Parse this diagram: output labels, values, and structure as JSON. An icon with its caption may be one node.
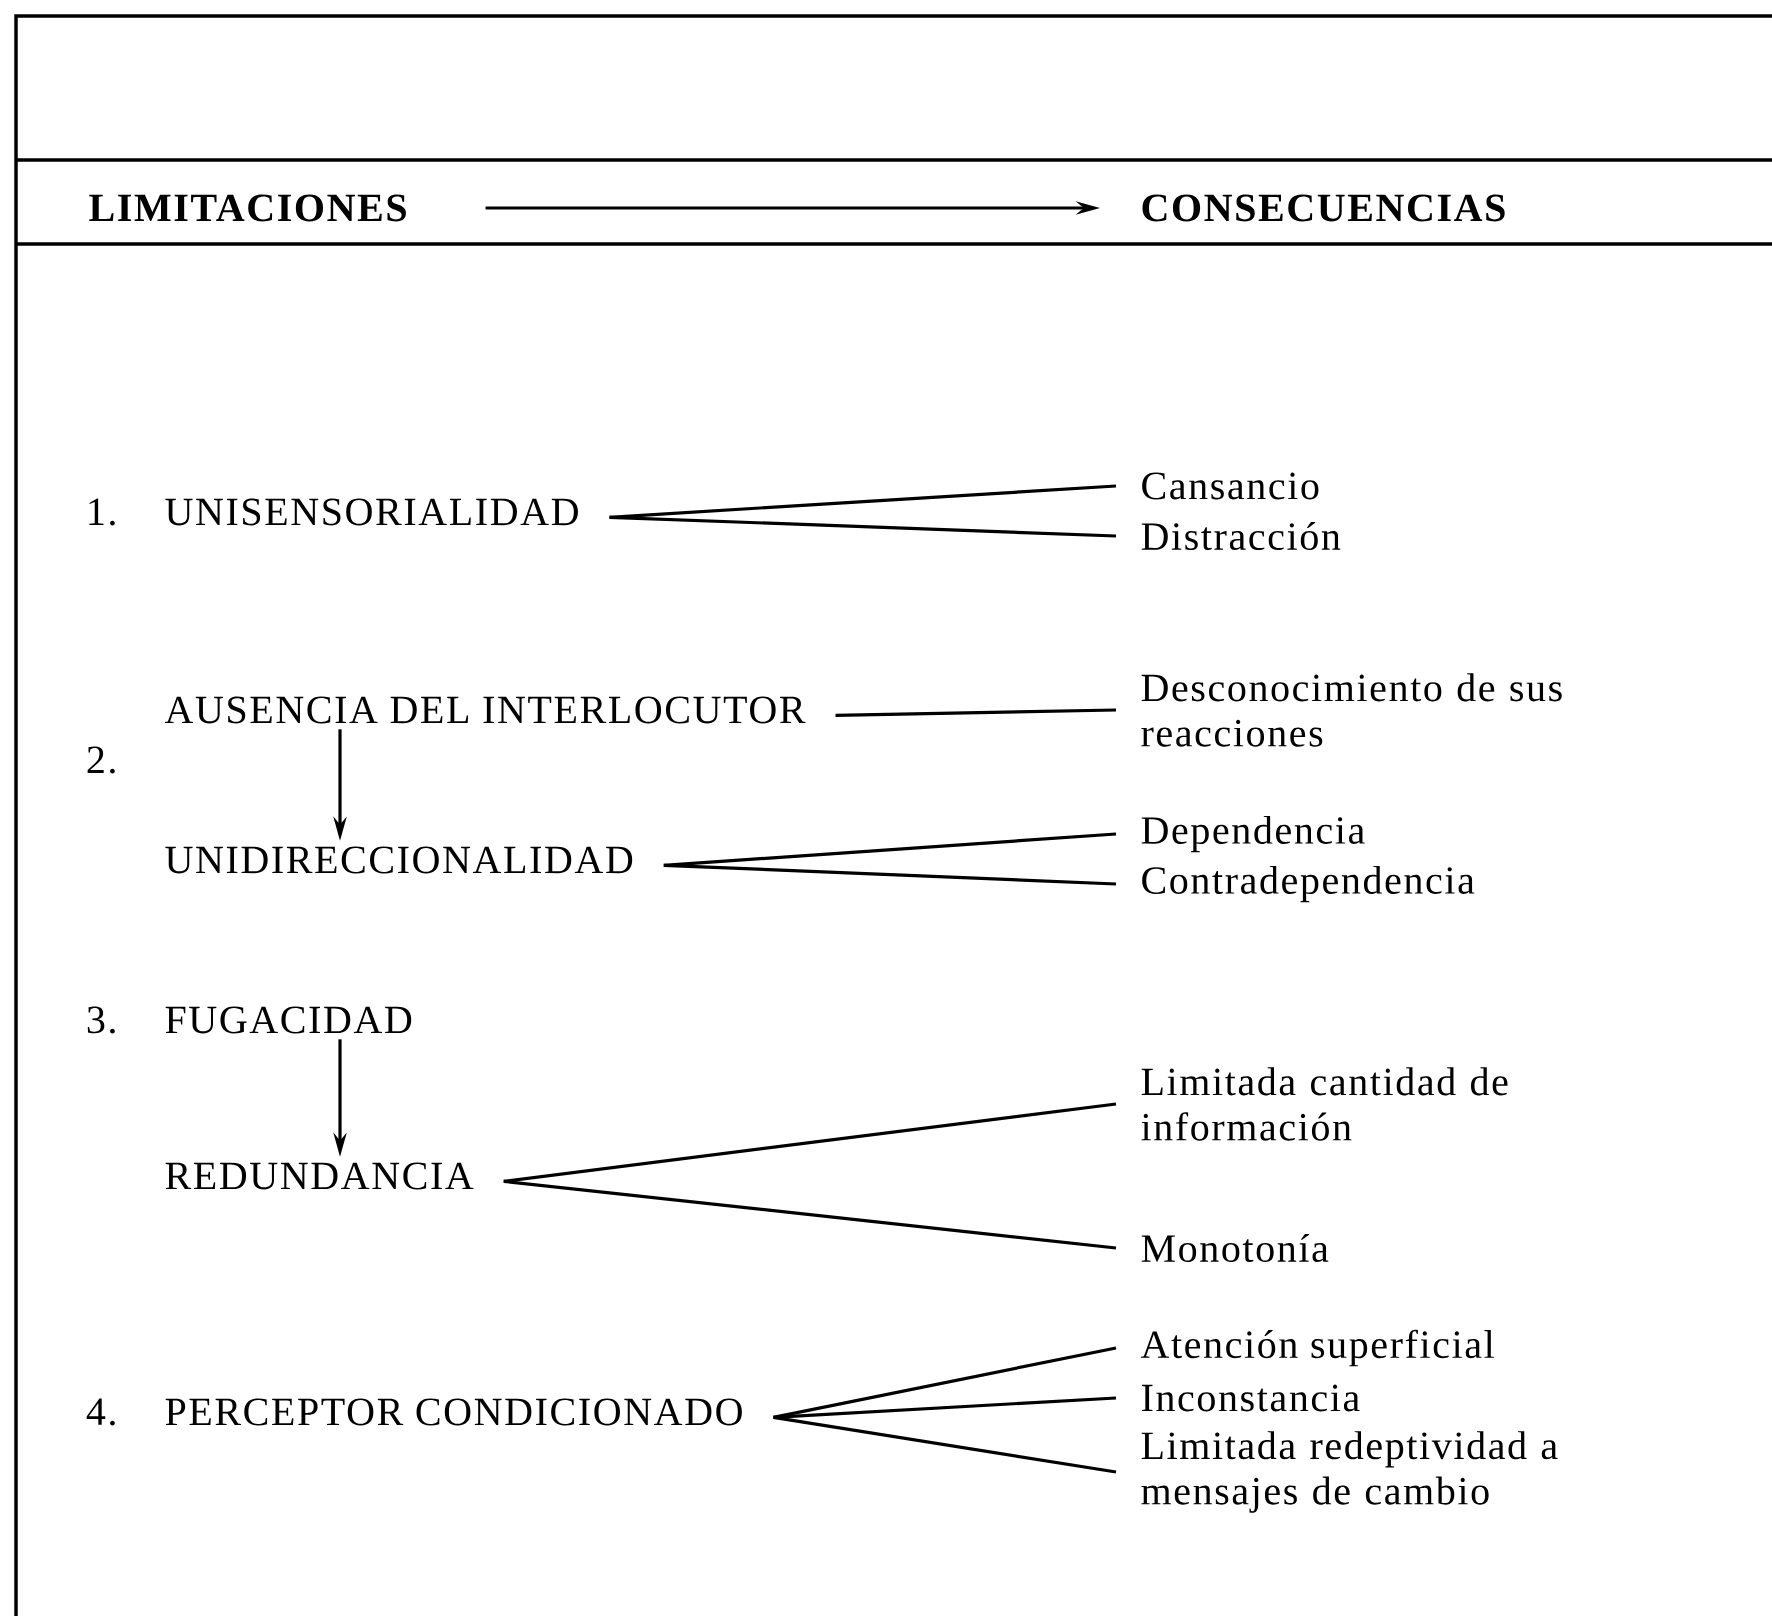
{
  "diagram": {
    "nodes": [
      {
        "text": [
          "LIMITACIONES"
        ]
      },
      {
        "text": [
          "CONSECUENCIAS"
        ]
      },
      {
        "text": [
          "UNISENSORIALIDAD"
        ]
      },
      {
        "text": [
          "Cansancio"
        ]
      },
      {
        "text": [
          "Distracción"
        ]
      },
      {
        "text": [
          "AUSENCIA DEL INTERLOCUTOR"
        ]
      },
      {
        "text": [
          "Desconocimiento de sus reacciones"
        ]
      },
      {
        "text": [
          "UNIDIRECCIONALIDAD"
        ]
      },
      {
        "text": [
          "Dependencia"
        ]
      },
      {
        "text": [
          "Contradependencia"
        ]
      },
      {
        "text": [
          "FUGACIDAD"
        ]
      },
      {
        "text": [
          "REDUNDANCIA"
        ]
      },
      {
        "text": [
          "Limitada cantidad de información"
        ]
      },
      {
        "text": [
          "Monotonía"
        ]
      },
      {
        "text": [
          "PERCEPTOR CONDICIONADO"
        ]
      },
      {
        "text": [
          "Atención superficial"
        ]
      },
      {
        "text": [
          "Inconstancia"
        ]
      },
      {
        "text": [
          "Limitada redeptividad a mensajes de cambio"
        ]
      }
    ],
    "edges": [
      {
        "from": 0,
        "to": 1,
        "arrow": "to"
      },
      {
        "from": 2,
        "to": 3,
        "arrow": "none"
      },
      {
        "from": 2,
        "to": 4,
        "arrow": "none"
      },
      {
        "from": 5,
        "to": 6,
        "arrow": "none"
      },
      {
        "from": 5,
        "to": 7,
        "arrow": "to"
      },
      {
        "from": 7,
        "to": 8,
        "arrow": "none"
      },
      {
        "from": 7,
        "to": 9,
        "arrow": "none"
      },
      {
        "from": 10,
        "to": 11,
        "arrow": "to"
      },
      {
        "from": 11,
        "to": 12,
        "arrow": "none"
      },
      {
        "from": 11,
        "to": 13,
        "arrow": "none"
      },
      {
        "from": 14,
        "to": 15,
        "arrow": "none"
      },
      {
        "from": 14,
        "to": 16,
        "arrow": "none"
      },
      {
        "from": 14,
        "to": 17,
        "arrow": "none"
      }
    ],
    "labels": [
      "1.",
      "2.",
      "3.",
      "4."
    ]
  }
}
